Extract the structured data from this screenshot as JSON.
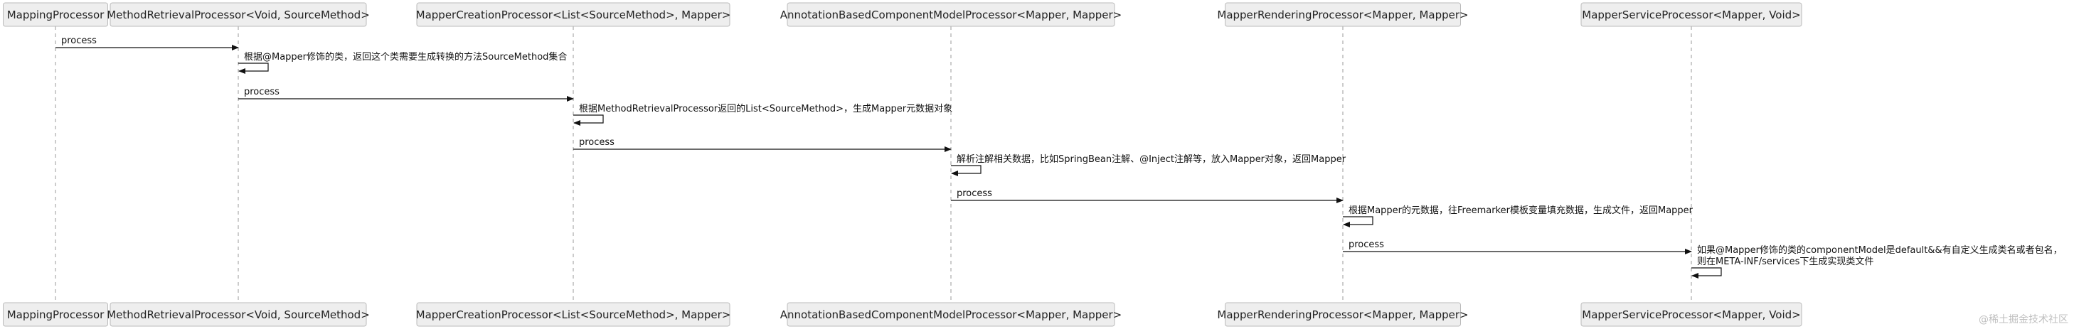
{
  "participants": [
    {
      "label": "MappingProcessor"
    },
    {
      "label": "MethodRetrievalProcessor<Void, SourceMethod>"
    },
    {
      "label": "MapperCreationProcessor<List<SourceMethod>, Mapper>"
    },
    {
      "label": "AnnotationBasedComponentModelProcessor<Mapper, Mapper>"
    },
    {
      "label": "MapperRenderingProcessor<Mapper, Mapper>"
    },
    {
      "label": "MapperServiceProcessor<Mapper, Void>"
    }
  ],
  "messages": [
    {
      "type": "call",
      "from": 0,
      "to": 1,
      "label": "process"
    },
    {
      "type": "self",
      "at": 1,
      "lines": [
        "根据@Mapper修饰的类，返回这个类需要生成转换的方法SourceMethod集合"
      ]
    },
    {
      "type": "call",
      "from": 1,
      "to": 2,
      "label": "process"
    },
    {
      "type": "self",
      "at": 2,
      "lines": [
        "根据MethodRetrievalProcessor返回的List<SourceMethod>，生成Mapper元数据对象"
      ]
    },
    {
      "type": "call",
      "from": 2,
      "to": 3,
      "label": "process"
    },
    {
      "type": "self",
      "at": 3,
      "lines": [
        "解析注解相关数据，比如SpringBean注解、@Inject注解等，放入Mapper对象，返回Mapper"
      ]
    },
    {
      "type": "call",
      "from": 3,
      "to": 4,
      "label": "process"
    },
    {
      "type": "self",
      "at": 4,
      "lines": [
        "根据Mapper的元数据，往Freemarker模板变量填充数据，生成文件，返回Mapper"
      ]
    },
    {
      "type": "call",
      "from": 4,
      "to": 5,
      "label": "process"
    },
    {
      "type": "self",
      "at": 5,
      "lines": [
        "如果@Mapper修饰的类的componentModel是default&&有自定义生成类名或者包名，",
        "则在META-INF/services下生成实现类文件"
      ]
    }
  ],
  "watermark": "@稀土掘金技术社区"
}
